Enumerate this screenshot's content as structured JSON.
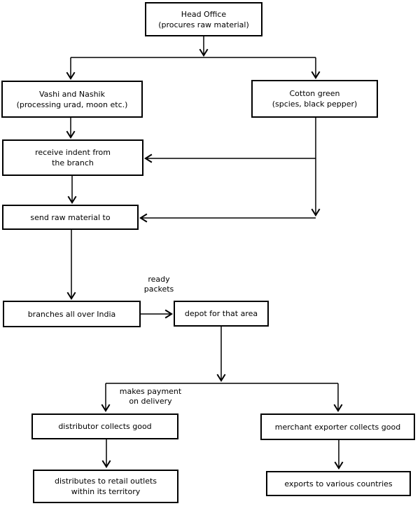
{
  "diagram": {
    "background": "#ffffff",
    "line_color": "#000000",
    "nodes": {
      "head_office": {
        "label": "Head Office\n(procures raw material)"
      },
      "vashi_nashik": {
        "label": "Vashi and Nashik\n(processing urad, moon etc.)"
      },
      "cotton_green": {
        "label": "Cotton green\n(spcies, black pepper)"
      },
      "receive_indent": {
        "label": "receive indent from\nthe branch"
      },
      "send_raw_material": {
        "label": "send raw material to"
      },
      "branches_india": {
        "label": "branches all over India"
      },
      "depot": {
        "label": "depot for that area"
      },
      "distributor": {
        "label": "distributor collects good"
      },
      "merchant_exporter": {
        "label": "merchant exporter collects good"
      },
      "retail_outlets": {
        "label": "distributes to retail outlets\nwithin its territory"
      },
      "exports": {
        "label": "exports to various countries"
      }
    },
    "edge_labels": {
      "ready_packets": "ready\npackets",
      "makes_payment": "makes payment\non delivery"
    }
  }
}
